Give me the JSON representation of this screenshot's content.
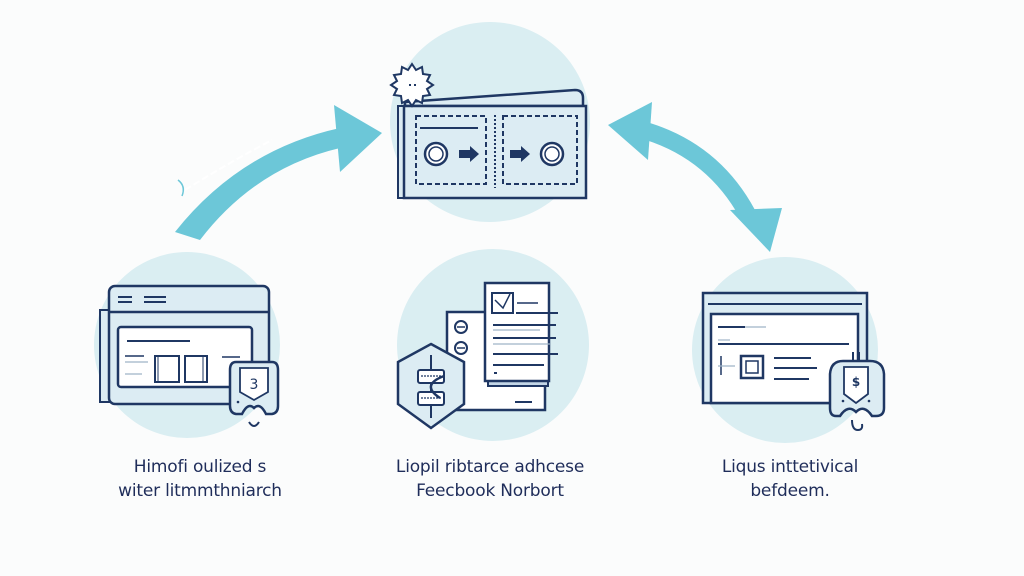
{
  "diagram": {
    "type": "process-cycle",
    "colors": {
      "background": "#fbfcfc",
      "circle_fill": "#daeef2",
      "outline": "#1f3763",
      "panel_fill": "#dcecf3",
      "arrow": "#6cc7d8",
      "text": "#1f2d5a"
    },
    "nodes": [
      {
        "id": "top",
        "icon": "transfer-window-icon",
        "badge_icon": "gear-badge-icon"
      },
      {
        "id": "left",
        "icon": "browser-window-icon",
        "badge_icon": "shield-tag-icon",
        "badge_text": "3",
        "caption": [
          "Himofi oulized s",
          "witer litmmthniarch"
        ]
      },
      {
        "id": "center",
        "icon": "documents-icon",
        "badge_icon": "hexagon-dollar-icon",
        "caption": [
          "Liopil ribtarce adhcese",
          "Feecbook Norbort"
        ]
      },
      {
        "id": "right",
        "icon": "browser-window-icon",
        "badge_icon": "shield-tag-icon",
        "badge_text": "$",
        "caption": [
          "Liqus inttetivical",
          "befdeem."
        ]
      }
    ],
    "edges": [
      {
        "from": "left",
        "to": "top",
        "icon": "curved-arrow-right-icon"
      },
      {
        "from": "top",
        "to": "right",
        "icon": "curved-double-arrow-icon"
      }
    ]
  }
}
